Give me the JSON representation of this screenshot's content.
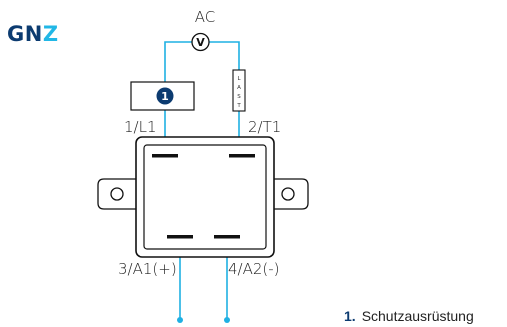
{
  "brand": {
    "letters_dark": "GN",
    "letters_accent": "Z"
  },
  "diagram": {
    "supply_label": "AC",
    "meter_symbol": "V",
    "load_label_letters": [
      "L",
      "A",
      "S",
      "T"
    ],
    "protection_marker": "1",
    "terminals": {
      "t1": "1/L1",
      "t2": "2/T1",
      "t3": "3/A1(+)",
      "t4": "4/A2(-)"
    }
  },
  "legend": [
    {
      "number": "1.",
      "text": "Schutzausrüstung"
    }
  ],
  "colors": {
    "wire": "#1fb0e3",
    "outline": "#111111",
    "brand_dark": "#0c3b70",
    "brand_accent": "#21b7e6",
    "marker_fill": "#0c3b70"
  }
}
